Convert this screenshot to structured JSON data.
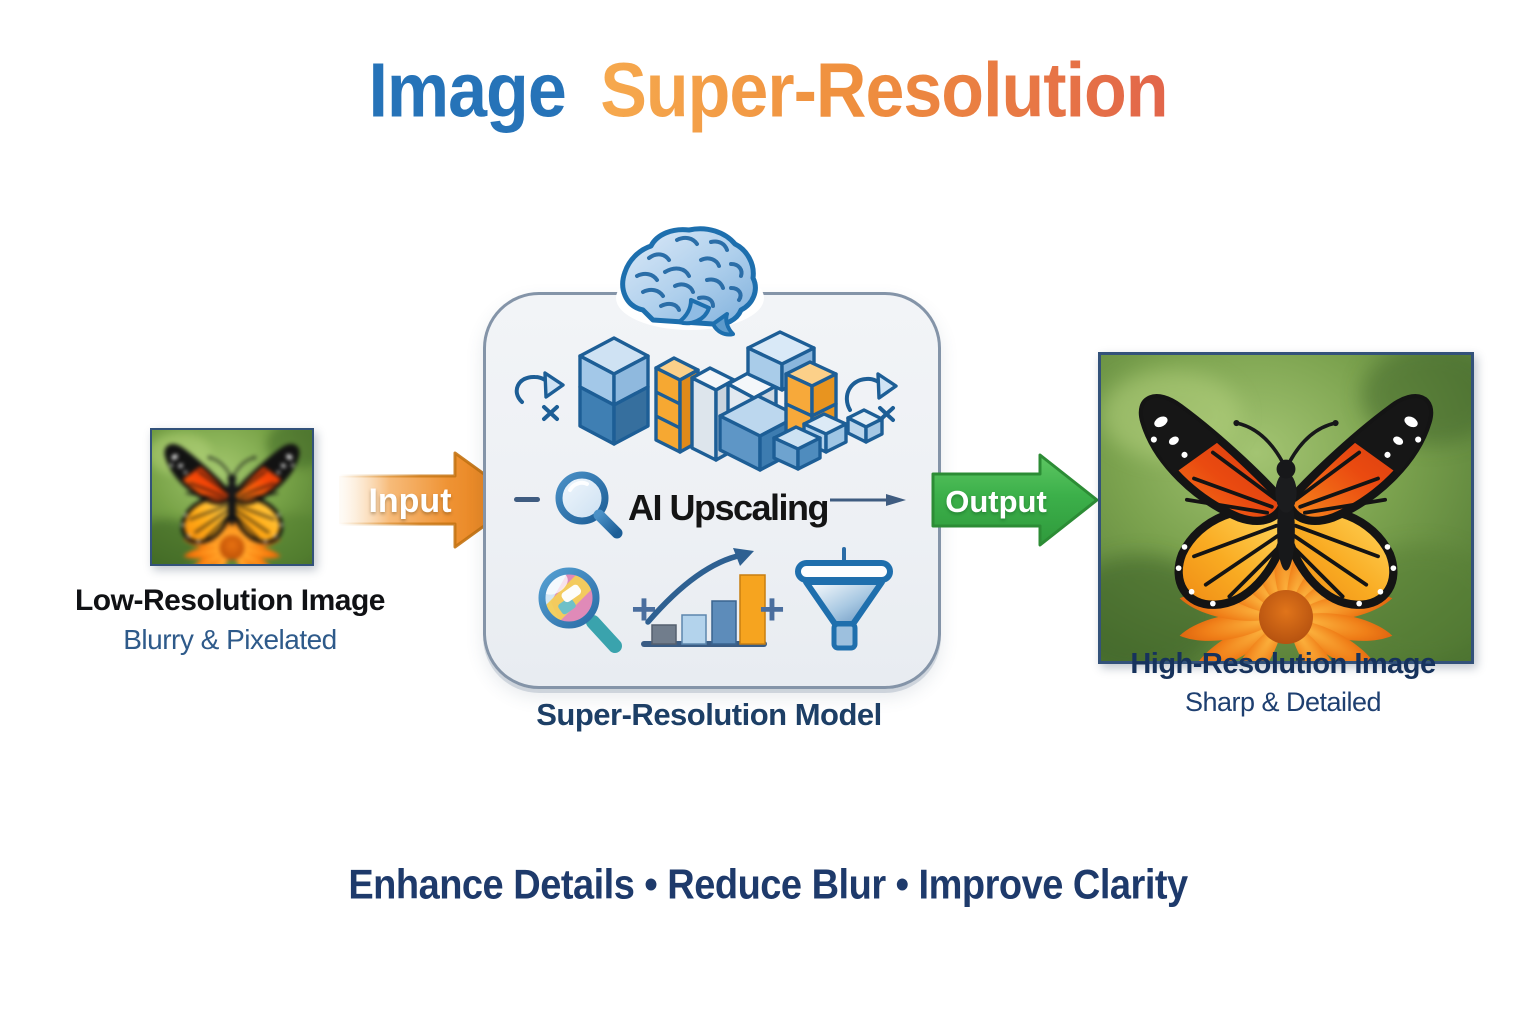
{
  "title": {
    "part1": "Image",
    "part2": "Super-Resolution"
  },
  "flow": {
    "input_label": "Input",
    "output_label": "Output"
  },
  "low_res": {
    "title": "Low-Resolution Image",
    "subtitle": "Blurry & Pixelated",
    "image_alt": "blurry pixelated butterfly on orange flower"
  },
  "high_res": {
    "title": "High-Resolution Image",
    "subtitle": "Sharp & Detailed",
    "image_alt": "sharp detailed butterfly on orange flower"
  },
  "model": {
    "box_label": "Super-Resolution Model",
    "core_label": "AI Upscaling",
    "plus": "+",
    "icons": [
      "brain-icon",
      "feature-blocks-icon",
      "iterate-arrow-icon",
      "magnifier-icon",
      "analysis-magnifier-icon",
      "growth-chart-icon",
      "funnel-icon"
    ]
  },
  "tagline": "Enhance Details • Reduce Blur • Improve Clarity",
  "colors": {
    "title_blue": "#2673b8",
    "title_orange_start": "#f6a94e",
    "title_orange_end": "#e2654a",
    "input_orange": "#e8821e",
    "output_green": "#3cb04a",
    "navy_text": "#1e3a6b",
    "steel_text": "#2e5a8a",
    "box_fill": "#eef1f5",
    "box_border": "#8494a8"
  }
}
